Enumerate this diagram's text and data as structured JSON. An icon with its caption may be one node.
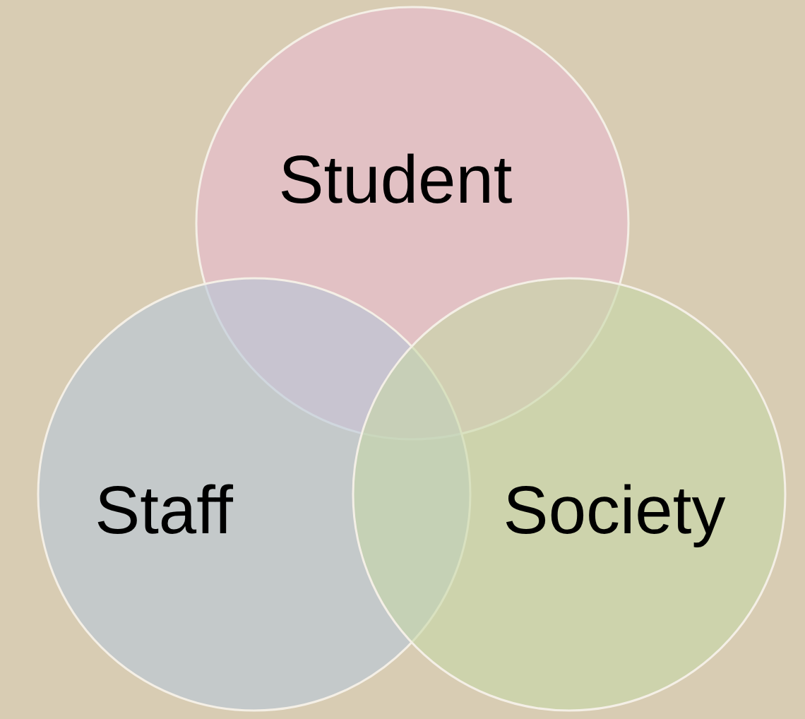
{
  "diagram": {
    "nodes": [
      {
        "text": [
          "Student"
        ]
      },
      {
        "text": [
          "Staff"
        ]
      },
      {
        "text": [
          "Society"
        ]
      }
    ]
  }
}
